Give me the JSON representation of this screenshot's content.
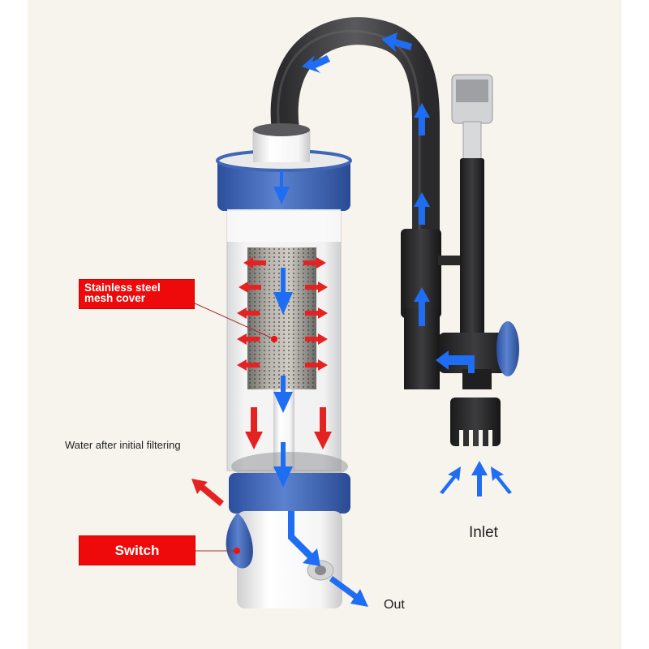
{
  "diagram": {
    "subject": "Aquarium pre-filter with external intake pump",
    "background_color": "#f7f4ee",
    "labels": {
      "mesh_cover": "Stainless steel mesh cover",
      "mesh_cover_line1": "Stainless steel",
      "mesh_cover_line2": "mesh cover",
      "water_after_filtering": "Water after initial filtering",
      "switch": "Switch",
      "inlet": "Inlet",
      "out": "Out"
    },
    "colors": {
      "label_red": "#ee0a0a",
      "flow_blue": "#1f6df2",
      "flow_red": "#e52222",
      "cap_blue": "#3f67b8",
      "tube_dark": "#3a3a3c"
    },
    "components": [
      {
        "name": "U-shaped dark hose",
        "icon": "hose"
      },
      {
        "name": "Blue threaded top cap",
        "icon": "cap"
      },
      {
        "name": "Clear filter canister",
        "icon": "canister"
      },
      {
        "name": "Stainless steel mesh cylinder",
        "icon": "mesh"
      },
      {
        "name": "Blue threaded bottom cap",
        "icon": "cap"
      },
      {
        "name": "White base with outlet port",
        "icon": "outlet"
      },
      {
        "name": "Blue switch knob",
        "icon": "switch"
      },
      {
        "name": "Clear surface skimmer head",
        "icon": "skimmer"
      },
      {
        "name": "Black intake pipe with strainer",
        "icon": "strainer"
      },
      {
        "name": "Blue adjustment wheel",
        "icon": "wheel"
      }
    ],
    "flow_arrows": {
      "blue_count": 14,
      "red_outward_count": 10,
      "red_down_count": 2,
      "red_exit_count": 1
    }
  }
}
